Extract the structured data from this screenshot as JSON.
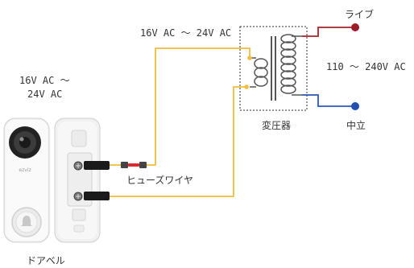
{
  "labels": {
    "doorbell_voltage_line1": "16V AC ～",
    "doorbell_voltage_line2": "24V AC",
    "secondary_voltage": "16V AC ～ 24V AC",
    "primary_voltage": "110 ～ 240V AC",
    "live": "ライブ",
    "neutral": "中立",
    "transformer": "変圧器",
    "fuse_wire": "ヒューズワイヤ",
    "doorbell": "ドアベル"
  },
  "device": {
    "brand_text": "ezviz"
  },
  "colors": {
    "wire_yellow": "#f1bd3b",
    "wire_red": "#a8232b",
    "wire_blue": "#2a57b8",
    "live_terminal": "#9c1c2a",
    "neutral_terminal": "#1f4fb0",
    "fuse_red": "#d92b2b",
    "connector_black": "#1a1a1a",
    "device_body": "#f3f3f3",
    "device_outline": "#c9c9c9",
    "coil": "#555555"
  }
}
